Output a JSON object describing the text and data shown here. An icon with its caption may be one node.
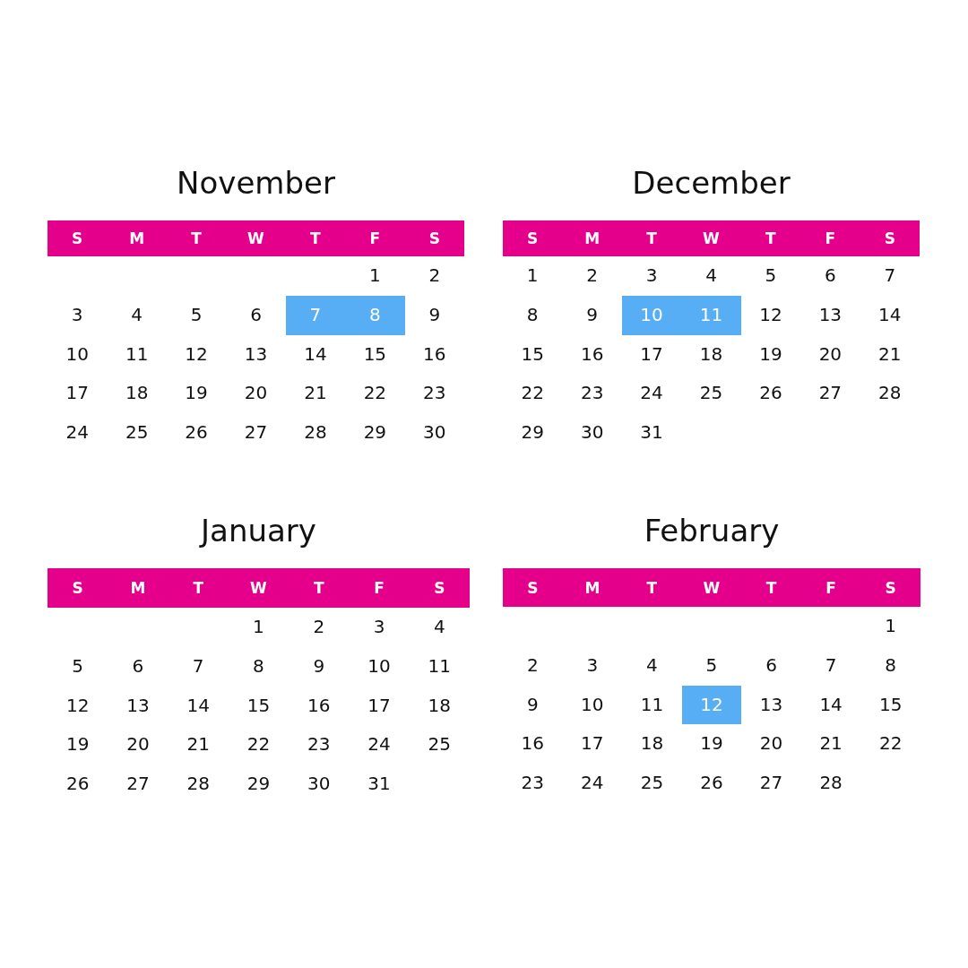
{
  "diagram": {
    "labels": [
      "November",
      "S",
      "M",
      "T",
      "W",
      "T",
      "F",
      "S",
      "1",
      "2",
      "3",
      "4",
      "5",
      "6",
      "7",
      "8",
      "9",
      "10",
      "11",
      "12",
      "13",
      "14",
      "15",
      "16",
      "17",
      "18",
      "19",
      "20",
      "21",
      "22",
      "23",
      "24",
      "25",
      "26",
      "27",
      "28",
      "29",
      "30",
      "December",
      "S",
      "M",
      "T",
      "W",
      "T",
      "F",
      "S",
      "1",
      "2",
      "3",
      "4",
      "5",
      "6",
      "7",
      "8",
      "9",
      "10",
      "11",
      "12",
      "13",
      "14",
      "15",
      "16",
      "17",
      "18",
      "19",
      "20",
      "21",
      "22",
      "23",
      "24",
      "25",
      "26",
      "27",
      "28",
      "29",
      "30",
      "31",
      "January",
      "S",
      "M",
      "T",
      "W",
      "T",
      "F",
      "S",
      "1",
      "2",
      "3",
      "4",
      "5",
      "6",
      "7",
      "8",
      "9",
      "10",
      "11",
      "12",
      "13",
      "14",
      "15",
      "16",
      "17",
      "18",
      "19",
      "20",
      "21",
      "22",
      "23",
      "24",
      "25",
      "26",
      "27",
      "28",
      "29",
      "30",
      "31",
      "February",
      "S",
      "M",
      "T",
      "W",
      "T",
      "F",
      "S",
      "1",
      "2",
      "3",
      "4",
      "5",
      "6",
      "7",
      "8",
      "9",
      "10",
      "11",
      "12",
      "13",
      "14",
      "15",
      "16",
      "17",
      "18",
      "19",
      "20",
      "21",
      "22",
      "23",
      "24",
      "25",
      "26",
      "27",
      "28"
    ]
  }
}
